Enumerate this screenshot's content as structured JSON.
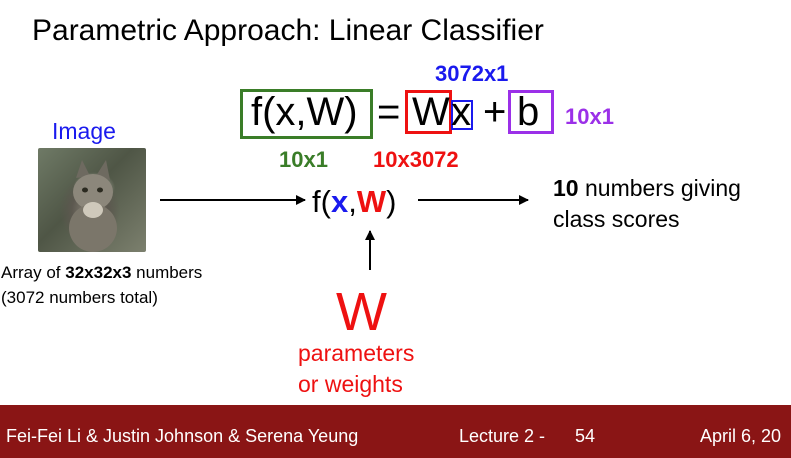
{
  "title": "Parametric Approach: Linear Classifier",
  "equation": {
    "fxw": "f(x,W)",
    "equals": "=",
    "w": "W",
    "x": "x",
    "plus": "+",
    "b": "b",
    "dim_x": "3072x1",
    "dim_b": "10x1",
    "dim_f": "10x1",
    "dim_w": "10x3072"
  },
  "input": {
    "label": "Image",
    "caption_pre": "Array of ",
    "caption_bold": "32x32x3",
    "caption_post": " numbers",
    "caption_line2": "(3072 numbers total)"
  },
  "function": {
    "f": "f(",
    "x": "x",
    "comma": ",",
    "w": "W",
    "close": ")"
  },
  "output": {
    "bold": "10",
    "line1_rest": " numbers giving",
    "line2": "class scores"
  },
  "params": {
    "symbol": "W",
    "line1": "parameters",
    "line2": "or weights"
  },
  "footer": {
    "authors": "Fei-Fei Li & Justin Johnson & Serena Yeung",
    "lecture": "Lecture 2 -",
    "page": "54",
    "date": "April 6, 20"
  },
  "colors": {
    "green": "#3a7d28",
    "red": "#ee1111",
    "blue": "#1a1aee",
    "purple": "#9b30e8",
    "footer_bg": "#8a1515"
  }
}
